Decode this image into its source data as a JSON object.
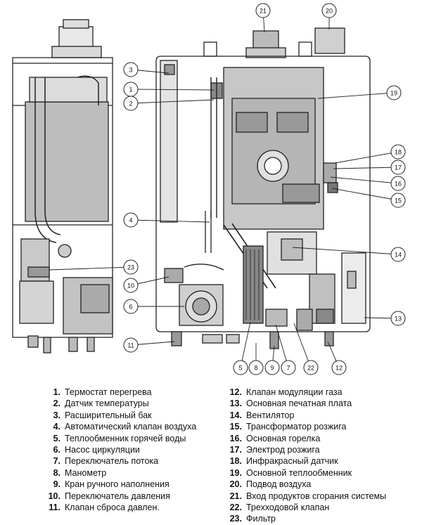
{
  "callouts": [
    {
      "n": "1",
      "label": "Термостат перегрева"
    },
    {
      "n": "2",
      "label": "Датчик температуры"
    },
    {
      "n": "3",
      "label": "Расширительный бак"
    },
    {
      "n": "4",
      "label": "Автоматический клапан воздуха"
    },
    {
      "n": "5",
      "label": "Теплообменник горячей воды"
    },
    {
      "n": "6",
      "label": "Насос циркуляции"
    },
    {
      "n": "7",
      "label": "Переключатель потока"
    },
    {
      "n": "8",
      "label": "Манометр"
    },
    {
      "n": "9",
      "label": "Кран ручного наполнения"
    },
    {
      "n": "10",
      "label": "Переключатель давления"
    },
    {
      "n": "11",
      "label": "Клапан сброса давлен."
    },
    {
      "n": "12",
      "label": "Клапан модуляции газа"
    },
    {
      "n": "13",
      "label": "Основная печатная плата"
    },
    {
      "n": "14",
      "label": "Вентилятор"
    },
    {
      "n": "15",
      "label": "Трансформатор розжига"
    },
    {
      "n": "16",
      "label": "Основная горелка"
    },
    {
      "n": "17",
      "label": "Электрод розжига"
    },
    {
      "n": "18",
      "label": "Инфракрасный датчик"
    },
    {
      "n": "19",
      "label": "Основной теплообменник"
    },
    {
      "n": "20",
      "label": "Подвод воздуха"
    },
    {
      "n": "21",
      "label": "Вход продуктов сгорания системы"
    },
    {
      "n": "22",
      "label": "Трехходовой клапан"
    },
    {
      "n": "23",
      "label": "Фильтр"
    }
  ],
  "legend_left_count": 11
}
